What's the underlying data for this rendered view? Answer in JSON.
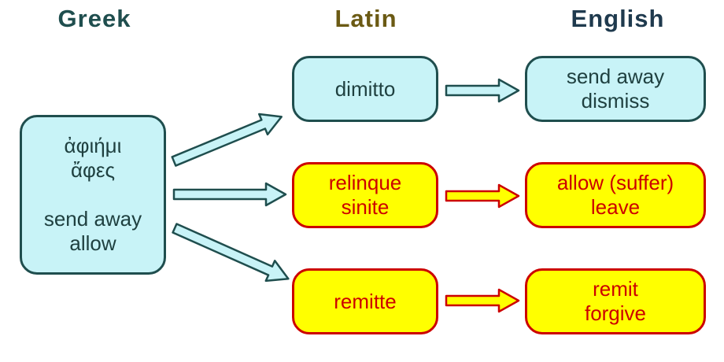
{
  "headings": {
    "greek": "Greek",
    "latin": "Latin",
    "english": "English"
  },
  "colors": {
    "greek_heading": "#1f4e4e",
    "latin_heading": "#6b5a14",
    "english_heading": "#1f3a4e",
    "blue_fill": "#c8f3f7",
    "blue_border": "#1f4e4e",
    "yellow_fill": "#ffff00",
    "red_border": "#cc0000"
  },
  "greek_box": {
    "line1": "ἀφιήμι",
    "line2": "ἄφες",
    "line3": "send away",
    "line4": "allow"
  },
  "latin": {
    "row1": {
      "line1": "dimitto"
    },
    "row2": {
      "line1": "relinque",
      "line2": "sinite"
    },
    "row3": {
      "line1": "remitte"
    }
  },
  "english": {
    "row1": {
      "line1": "send away",
      "line2": "dismiss"
    },
    "row2": {
      "line1": "allow (suffer)",
      "line2": "leave"
    },
    "row3": {
      "line1": "remit",
      "line2": "forgive"
    }
  }
}
